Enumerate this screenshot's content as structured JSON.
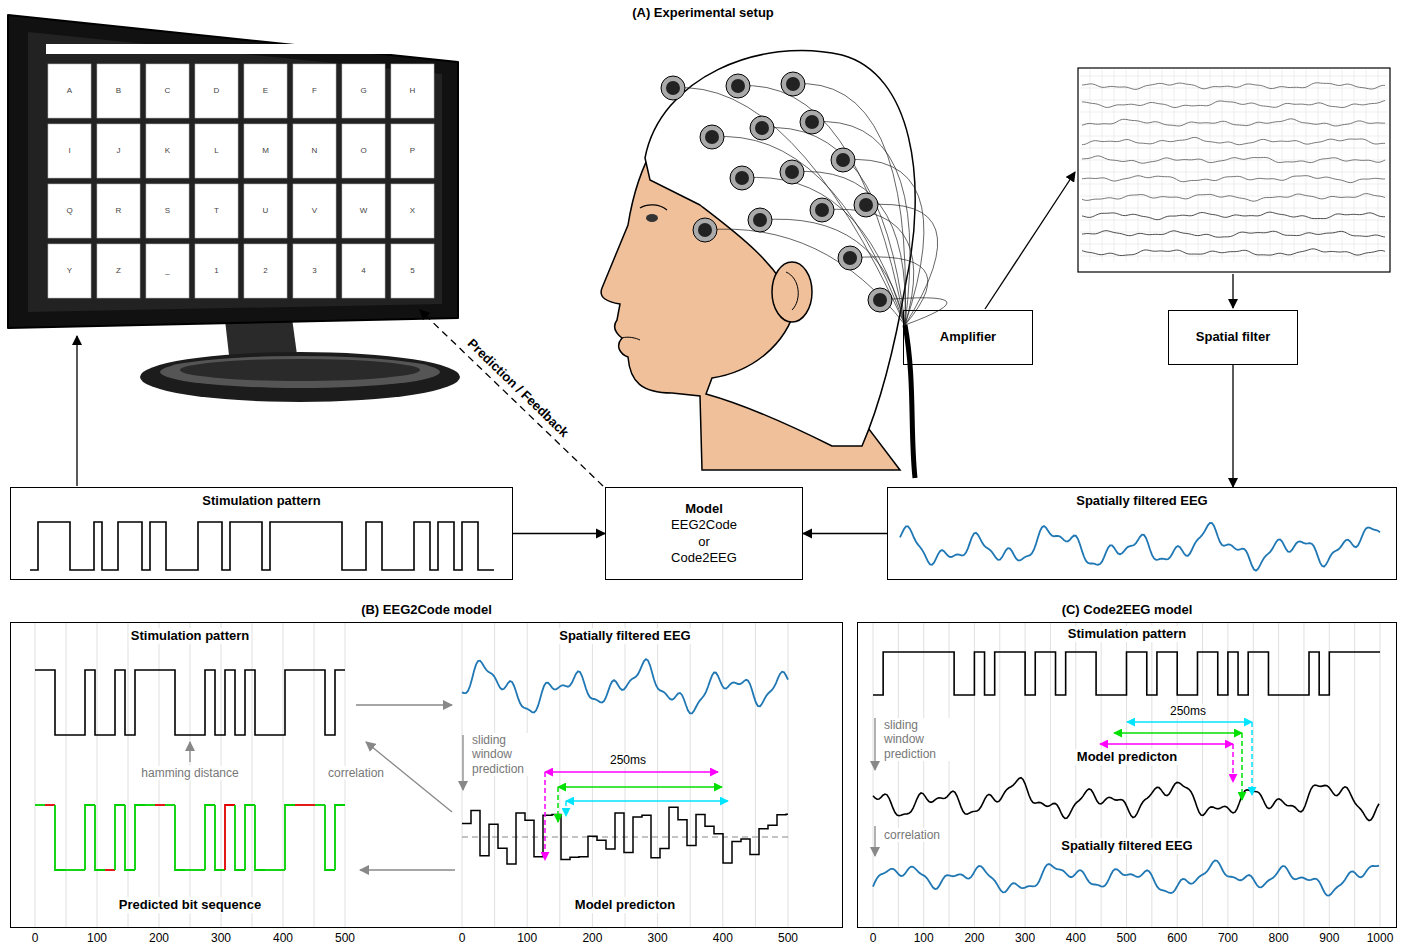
{
  "diagram": {
    "title": "(A) Experimental setup",
    "nodes": [
      {
        "text": [
          "Amplifier"
        ]
      },
      {
        "text": [
          "Spatial filter"
        ]
      },
      {
        "text": [
          "Stimulation pattern"
        ]
      },
      {
        "text": [
          "Model",
          "EEG2Code or Code2EEG"
        ]
      },
      {
        "text": [
          "Spatially filtered EEG"
        ]
      },
      {
        "text": [
          "(B) EEG2Code model"
        ]
      },
      {
        "text": [
          "(C) Code2EEG model"
        ]
      }
    ],
    "edges": [
      {
        "from": 1,
        "to": 4,
        "arrow": "to"
      },
      {
        "from": 2,
        "to": 3,
        "arrow": "to"
      },
      {
        "from": 4,
        "to": 3,
        "arrow": "to"
      }
    ],
    "labels": [
      "A",
      "B",
      "C",
      "D",
      "E",
      "F",
      "G",
      "H",
      "I",
      "J",
      "K",
      "L",
      "M",
      "N",
      "O",
      "P",
      "Q",
      "R",
      "S",
      "T",
      "U",
      "V",
      "W",
      "X",
      "Y",
      "Z",
      "_",
      "1",
      "2",
      "3",
      "4",
      "5",
      "Prediction / Feedback",
      "Stimulation pattern",
      "Spatially filtered EEG",
      "hamming distance",
      "correlation",
      "sliding window prediction",
      "250ms",
      "Predicted bit sequence",
      "Model predicton",
      "0",
      "100",
      "200",
      "300",
      "400",
      "500",
      "0",
      "100",
      "200",
      "300",
      "400",
      "500",
      "Stimulation pattern",
      "sliding window prediction",
      "250ms",
      "Model predicton",
      "correlation",
      "Spatially filtered EEG",
      "0",
      "100",
      "200",
      "300",
      "400",
      "500",
      "600",
      "700",
      "800",
      "900",
      "1000"
    ]
  }
}
